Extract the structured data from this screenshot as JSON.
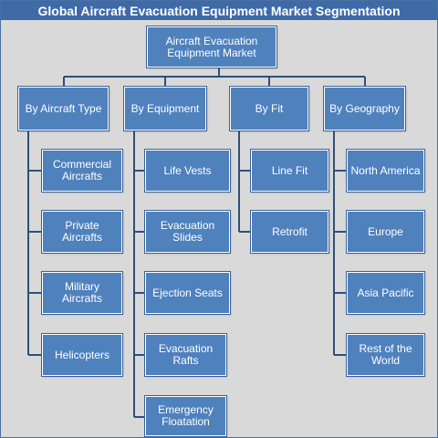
{
  "title": "Global Aircraft Evacuation Equipment Market Segmentation",
  "root": "Aircraft Evacuation\nEquipment Market",
  "categories": [
    {
      "label": "By Aircraft Type",
      "items": [
        "Commercial\nAircrafts",
        "Private\nAircrafts",
        "Military\nAircrafts",
        "Helicopters"
      ]
    },
    {
      "label": "By Equipment",
      "items": [
        "Life Vests",
        "Evacuation\nSlides",
        "Ejection Seats",
        "Evacuation\nRafts",
        "Emergency\nFloatation"
      ]
    },
    {
      "label": "By Fit",
      "items": [
        "Line Fit",
        "Retrofit"
      ]
    },
    {
      "label": "By Geography",
      "items": [
        "North America",
        "Europe",
        "Asia Pacific",
        "Rest of the\nWorld"
      ]
    }
  ],
  "colors": {
    "title_bar": "#3f6aa8",
    "node_fill": "#4f81bd",
    "background": "#d9d9d9",
    "connector": "#2f4f7a"
  }
}
